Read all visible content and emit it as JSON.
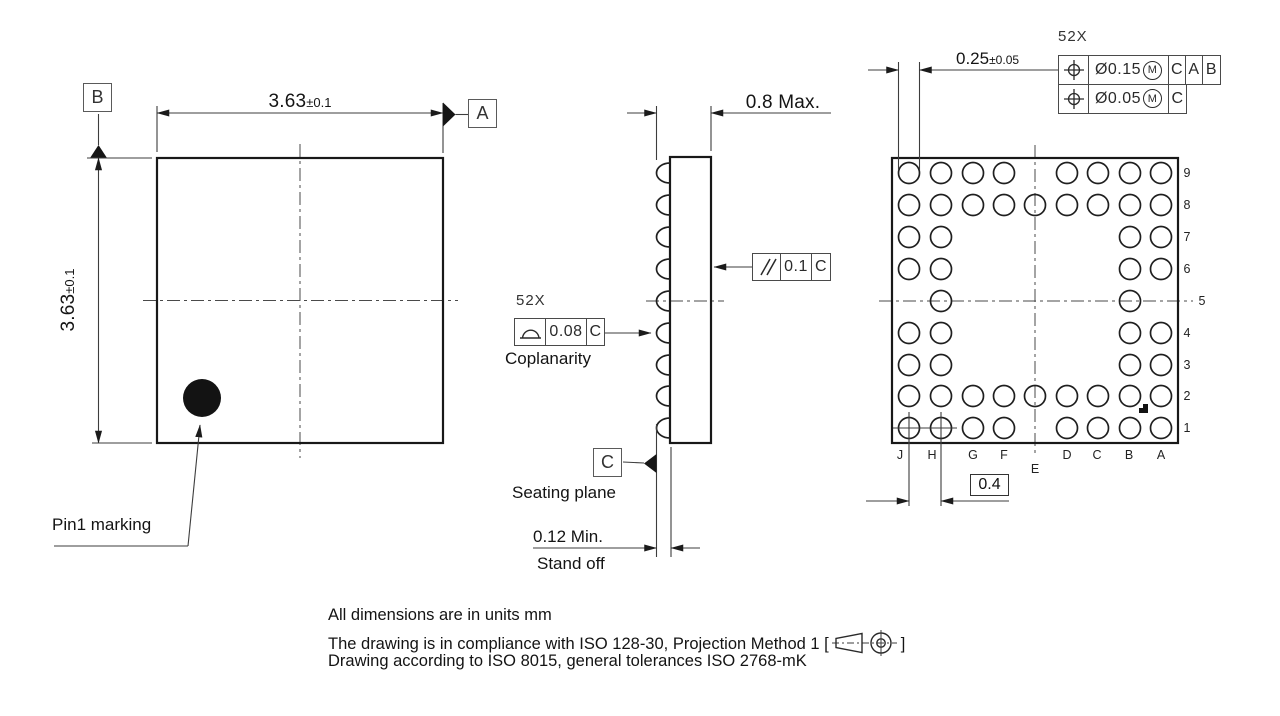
{
  "top_view": {
    "datum_b": "B",
    "datum_a": "A",
    "width_value": "3.63",
    "width_tol": "±0.1",
    "height_value": "3.63",
    "height_tol": "±0.1",
    "pin1_label": "Pin1 marking"
  },
  "side_view": {
    "thickness_dim": "0.8 Max.",
    "parallelism_value": "0.1",
    "parallelism_datum": "C",
    "coplanarity_count": "52X",
    "coplanarity_value": "0.08",
    "coplanarity_datum": "C",
    "coplanarity_label": "Coplanarity",
    "datum_c": "C",
    "seating_plane_label": "Seating plane",
    "standoff_value": "0.12 Min.",
    "standoff_label": "Stand off"
  },
  "bottom_view": {
    "count_label": "52X",
    "tol1_diameter": "Ø0.15",
    "tol1_modifier": "M",
    "tol1_datum1": "C",
    "tol1_datum2": "A",
    "tol1_datum3": "B",
    "tol2_diameter": "Ø0.05",
    "tol2_modifier": "M",
    "tol2_datum1": "C",
    "ball_dim_value": "0.25",
    "ball_dim_tol": "±0.05",
    "pitch_dim": "0.4",
    "columns": [
      "J",
      "H",
      "G",
      "F",
      "E",
      "D",
      "C",
      "B",
      "A"
    ],
    "rows": [
      "9",
      "8",
      "7",
      "6",
      "5",
      "4",
      "3",
      "2",
      "1"
    ],
    "ball_map": {
      "9": [
        "J",
        "H",
        "G",
        "F",
        "D",
        "C",
        "B",
        "A"
      ],
      "8": [
        "J",
        "H",
        "G",
        "F",
        "E",
        "D",
        "C",
        "B",
        "A"
      ],
      "7": [
        "J",
        "H",
        "B",
        "A"
      ],
      "6": [
        "J",
        "H",
        "B",
        "A"
      ],
      "5": [
        "H",
        "B"
      ],
      "4": [
        "J",
        "H",
        "B",
        "A"
      ],
      "3": [
        "J",
        "H",
        "B",
        "A"
      ],
      "2": [
        "J",
        "H",
        "G",
        "F",
        "E",
        "D",
        "C",
        "B",
        "A"
      ],
      "1": [
        "J",
        "H",
        "G",
        "F",
        "D",
        "C",
        "B",
        "A"
      ]
    }
  },
  "notes": {
    "line1": "All dimensions are in units mm",
    "line2_prefix": "The drawing is in compliance with ISO 128-30, Projection Method 1 [",
    "line2_suffix": "]",
    "line3": "Drawing according to ISO 8015, general tolerances ISO 2768-mK"
  }
}
